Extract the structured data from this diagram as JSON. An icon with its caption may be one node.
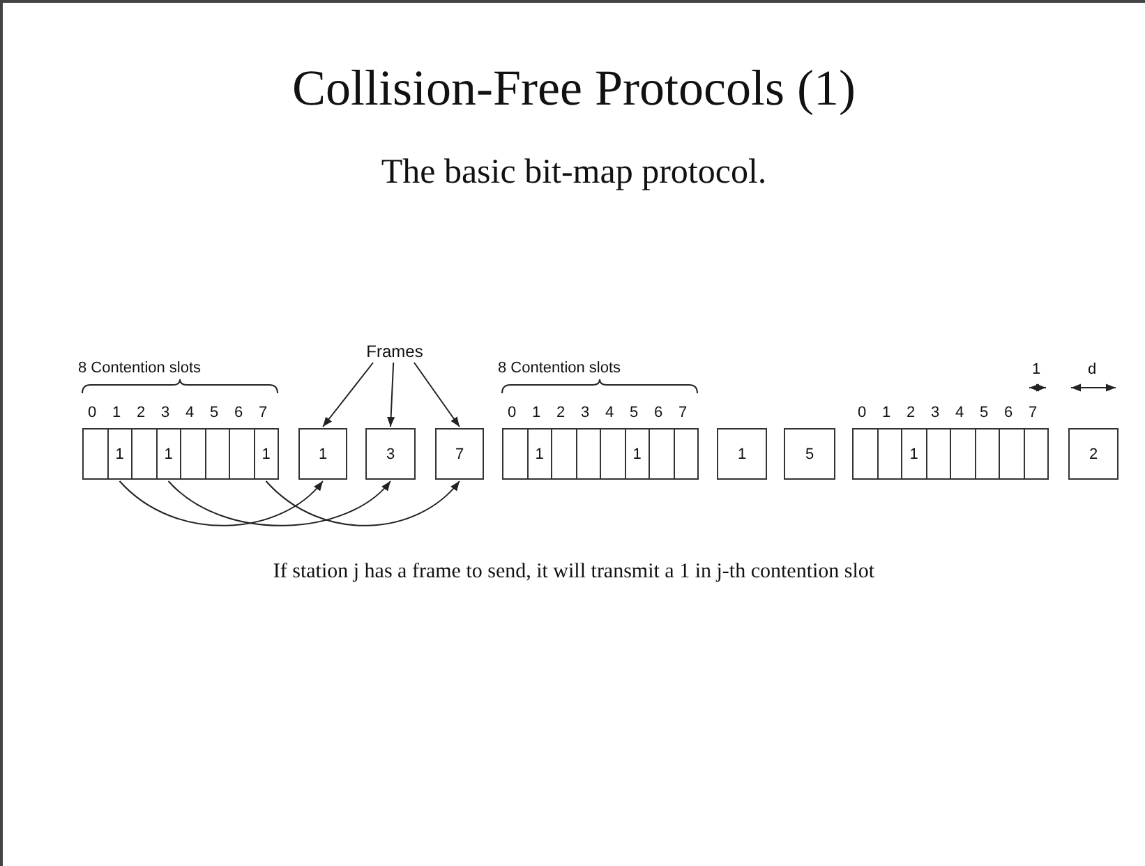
{
  "diagram": {
    "title": "Collision-Free Protocols (1)",
    "caption": "The basic bit-map protocol.",
    "nodes": [
      {
        "text": [
          "Frames"
        ]
      },
      {
        "text": [],
        "shape": "box"
      },
      {
        "text": [
          "1"
        ]
      },
      {
        "text": [],
        "shape": "box"
      },
      {
        "text": [
          "1"
        ]
      },
      {
        "text": [],
        "shape": "box"
      },
      {
        "text": [],
        "shape": "box"
      },
      {
        "text": [],
        "shape": "box"
      },
      {
        "text": [
          "1"
        ]
      },
      {
        "text": [
          "1"
        ]
      },
      {
        "text": [
          "3"
        ]
      },
      {
        "text": [
          "7"
        ]
      },
      {
        "text": [],
        "shape": "box"
      },
      {
        "text": [
          "1"
        ]
      },
      {
        "text": [],
        "shape": "box"
      },
      {
        "text": [],
        "shape": "box"
      },
      {
        "text": [],
        "shape": "box"
      },
      {
        "text": [
          "1"
        ]
      },
      {
        "text": [],
        "shape": "box"
      },
      {
        "text": [],
        "shape": "box"
      },
      {
        "text": [
          "1"
        ]
      },
      {
        "text": [
          "5"
        ]
      },
      {
        "text": [],
        "shape": "box"
      },
      {
        "text": [],
        "shape": "box"
      },
      {
        "text": [
          "1"
        ]
      },
      {
        "text": [],
        "shape": "box"
      },
      {
        "text": [],
        "shape": "box"
      },
      {
        "text": [],
        "shape": "box"
      },
      {
        "text": [],
        "shape": "box"
      },
      {
        "text": [],
        "shape": "box"
      },
      {
        "text": [
          "2"
        ]
      }
    ],
    "edges": [
      {
        "from": 0,
        "to": 9,
        "arrow": "to"
      },
      {
        "from": 0,
        "to": 10,
        "arrow": "to"
      },
      {
        "from": 0,
        "to": 11,
        "arrow": "to"
      },
      {
        "from": 2,
        "to": 9,
        "arrow": "to"
      },
      {
        "from": 4,
        "to": 10,
        "arrow": "to"
      },
      {
        "from": 8,
        "to": 11,
        "arrow": "to"
      }
    ],
    "labels": [
      "8 Contention slots",
      "8 Contention slots",
      "1",
      "d",
      "0",
      "1",
      "2",
      "3",
      "4",
      "5",
      "6",
      "7",
      "0",
      "1",
      "2",
      "3",
      "4",
      "5",
      "6",
      "7",
      "0",
      "1",
      "2",
      "3",
      "4",
      "5",
      "6",
      "7",
      "If station j has a frame to send, it will transmit a 1 in j-th contention slot"
    ]
  }
}
